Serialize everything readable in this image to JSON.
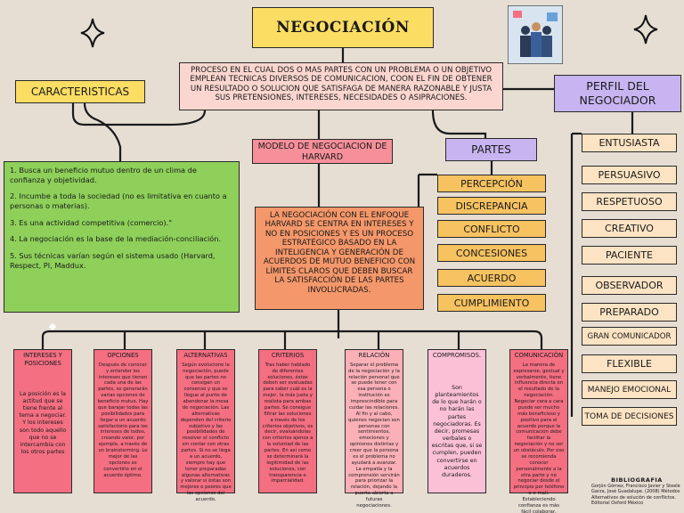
{
  "title": "NEGOCIACIÓN",
  "definition": "PROCESO EN EL CUAL DOS O MAS PARTES CON UN PROBLEMA O UN OBJETIVO EMPLEAN TECNICAS DIVERSOS DE COMUNICACION, COON EL FIN DE OBTENER UN RESULTADO O SOLUCION QUE SATISFAGA DE MANERA RAZONABLE Y JUSTA SUS PRETENSIONES, INTERESES, NECESIDADES O ASIPRACIONES.",
  "caracteristicas": {
    "title": "CARACTERISTICAS",
    "items": [
      "1. Busca un beneficio mutuo dentro de un clima de confianza y objetividad.",
      "2. Incumbe a toda la sociedad (no es limitativa en cuanto a personas o materias).",
      "3. Es una actividad competitiva (comercio).\"",
      "4. La negociación es la base de la mediación-conciliación.",
      "5. Sus técnicas varían según el sistema usado (Harvard, Respect, PI, Maddux."
    ]
  },
  "harvard": {
    "title": "MODELO DE NEGOCIACION DE HARVARD",
    "description": "LA NEGOCIACIÓN CON EL ENFOQUE HARVARD SE CENTRA EN INTERESES Y NO EN POSICIONES Y ES UN PROCESO ESTRATÉGICO BASADO EN LA INTELIGENCIA Y GENERACIÓN DE ACUERDOS DE MUTUO BENEFICIO CON LÍMITES CLAROS QUE DEBEN BUSCAR LA SATISFACCIÓN DE LAS PARTES INVOLUCRADAS."
  },
  "partes": {
    "title": "PARTES",
    "items": [
      "PERCEPCIÓN",
      "DISCREPANCIA",
      "CONFLICTO",
      "CONCESIONES",
      "ACUERDO",
      "CUMPLIMIENTO"
    ]
  },
  "perfil": {
    "title": "PERFIL DEL NEGOCIADOR",
    "items": [
      "ENTUSIASTA",
      "PERSUASIVO",
      "RESPETUOSO",
      "CREATIVO",
      "PACIENTE",
      "OBSERVADOR",
      "PREPARADO",
      "GRAN COMUNICADOR",
      "FLEXIBLE",
      "MANEJO EMOCIONAL",
      "TOMA DE DECISIONES"
    ]
  },
  "columns": [
    {
      "title": "INTERESES Y POSICIONES",
      "body": "La posición es la actitud que se tiene frente al tema a negociar. Y los intereses son todo aquello que no se intercambia con los otros partes"
    },
    {
      "title": "OPCIONES",
      "body": "Después de conocer y entender los intereses que tienen cada una de las partes, se generarán varias opciones de beneficio mutuo. Hay que barajar todas las posibilidades para llegar a un acuerdo satisfactorio para los intereses de todos, creando valor, por ejemplo, a través de un brainstorming. Lo mejor de las opciones es convertirlo en el acuerdo óptimo."
    },
    {
      "title": "ALTERNATIVAS",
      "body": "Según evolucione la negociación, puede que las partes no consigan un consenso y que se llegue al punto de abandonar la mesa de negociación. Las alternativas dependen del criterio subjetivo y las posibilidades de resolver el conflicto sin contar con otras partes. Si no se llega a un acuerdo, siempre hay que tener preparadas algunas alternativas y valorar si éstas son mejores o peores que las opciones del acuerdo."
    },
    {
      "title": "CRITERIOS",
      "body": "Tras haber hablado de diferentes soluciones, éstas deben ser evaluadas para saber cuál es la mejor, la más justa y realista para ambas partes. Se consigue filtrar las soluciones a través de los criterios objetivos, es decir, evaluándolas con criterios ajenos a la voluntad de las partes. En así como se determinará la legitimidad de las soluciones, con transparencia e imparcialidad."
    },
    {
      "title": "RELACIÓN",
      "body": "Separar el problema de la negociación y la relación personal que se puede tener con esa persona o institución es imprescindible para cuidar las relaciones. Al fin y al cabo, quienes negocian son personas con sentimientos, emociones y opiniones distintas y creer que la persona es el problema no ayudará a avanzar. La empatía y la comprensión servirán para priorizar la relación, dejando la puerta abierta a futuras negociaciones."
    },
    {
      "title": "COMPROMISOS.",
      "body": "Son planteamientos de lo que harán o no harán las partes negociadoras. Es decir, promesas verbales o escritas que, si se cumplen, pueden convertirse en acuerdos duraderos."
    },
    {
      "title": "COMUNICACIÓN",
      "body": "La manera de expresarse, gestual y verbalmente, tiene influencia directa en el resultado de la negociación. Negociar cara a cara puede ser mucho más beneficioso y positivo para el acuerdo porque la comunicación debe facilitar la negociación y no ser un obstáculo. Por eso se recomienda conocer personalmente a la otra parte y no negociar desde el principio por teléfono o e-mail. Estableciendo confianza es más fácil colaborar, cooperar y llegar a acuerdos."
    }
  ],
  "bibliografia": {
    "title": "BIBLIOGRAFIA",
    "text": "Gorjón Gómez, Francisco Javier y Steele Garza, José Guadalupe. (2008) Métodos Alternativos de solución de conflictos. Editorial Oxford México"
  },
  "colors": {
    "background": "#e6ddd3",
    "yellow": "#fbdd63",
    "green": "#8ed05a",
    "purple": "#c7b4f0",
    "orange": "#f7c260",
    "pink": "#f46f82"
  }
}
